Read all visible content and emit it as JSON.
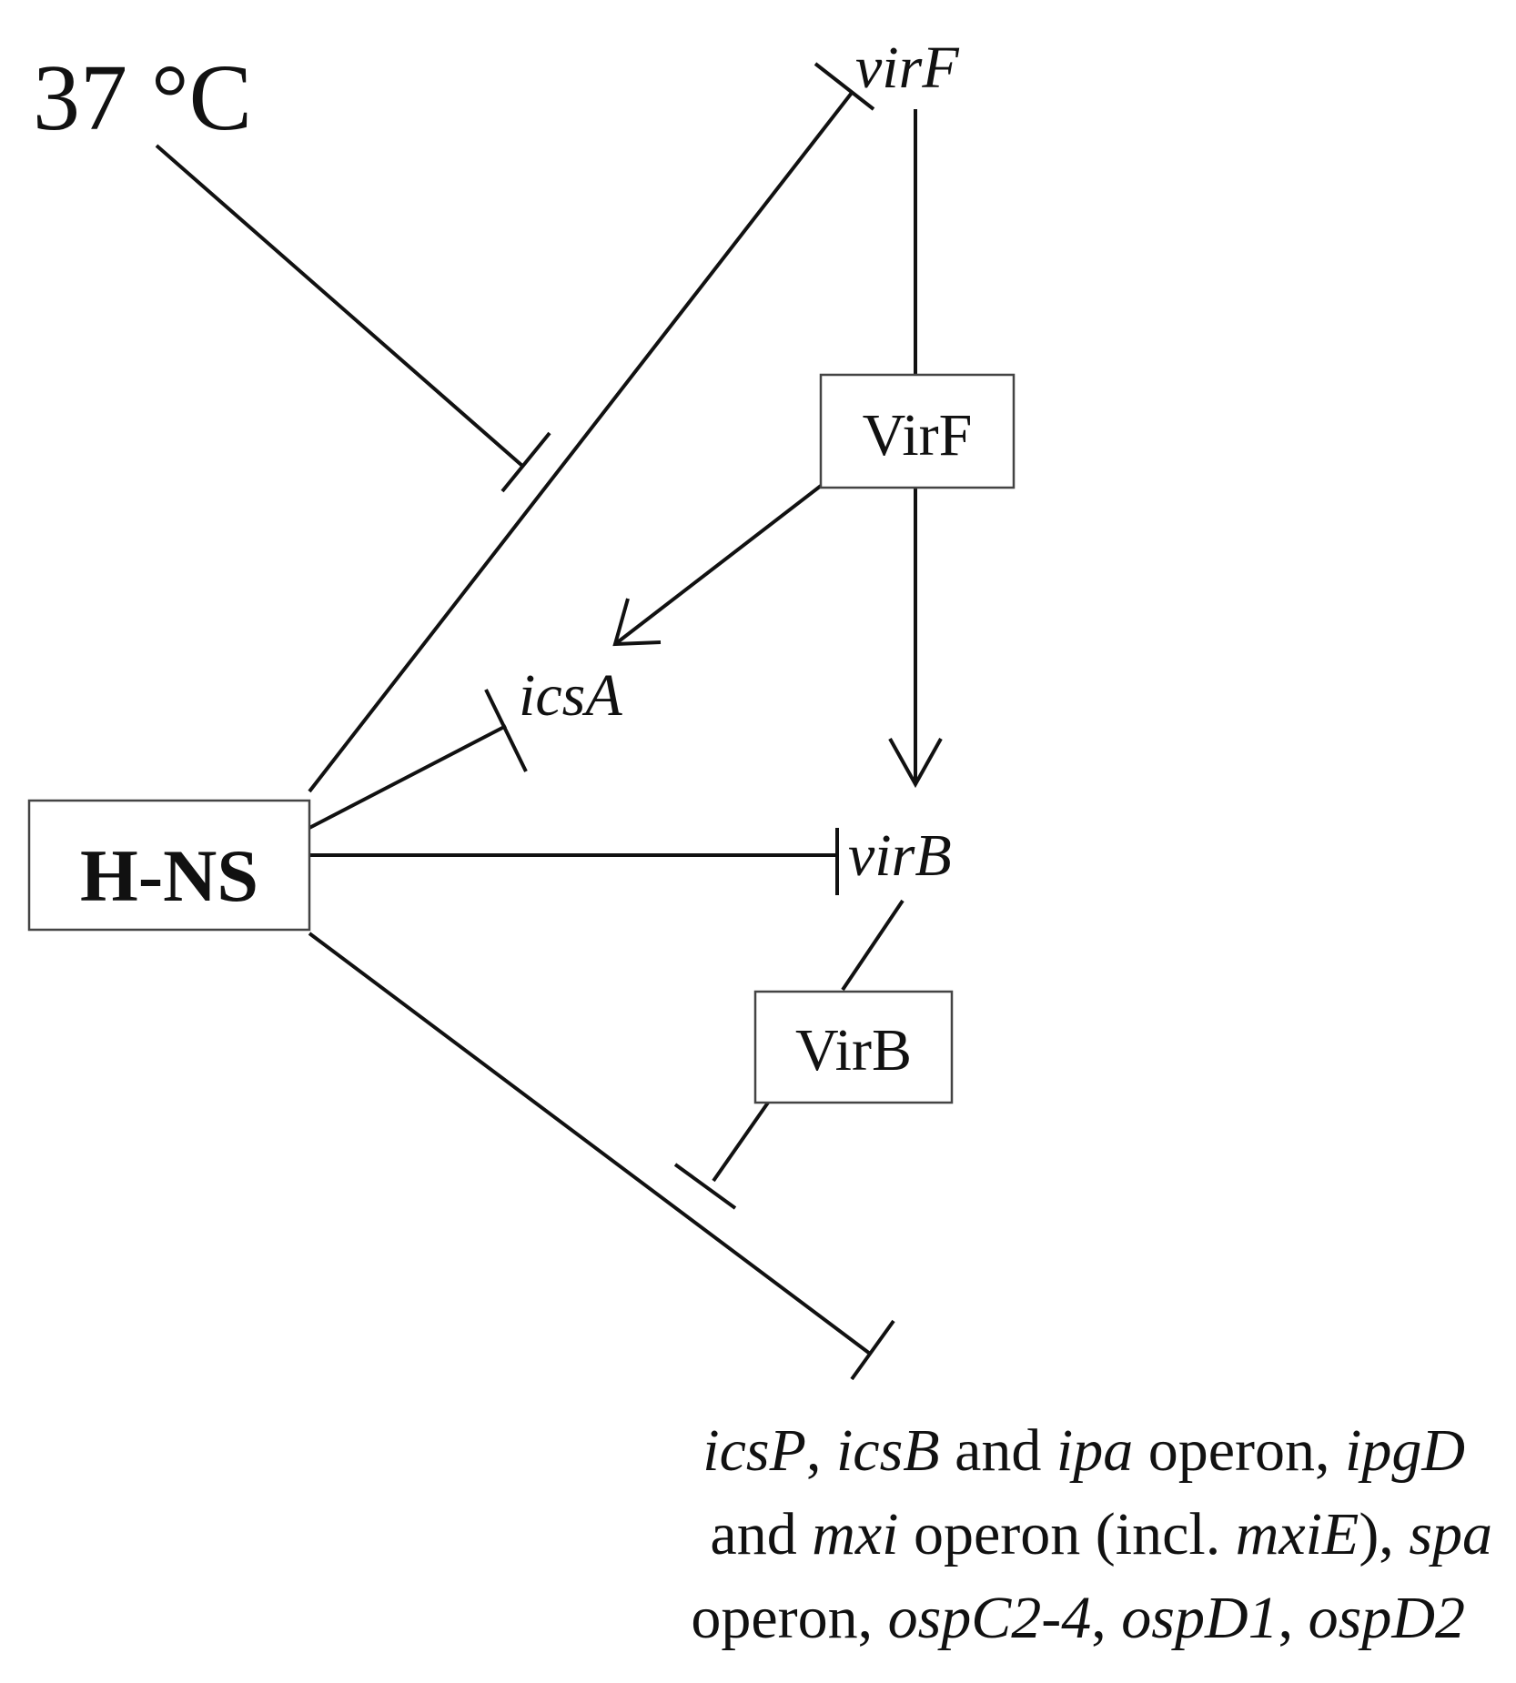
{
  "temperature_label": "37 °C",
  "nodes": {
    "hns": "H-NS",
    "virF_gene": "virF",
    "virF_protein": "VirF",
    "icsA_gene": "icsA",
    "virB_gene": "virB",
    "virB_protein": "VirB"
  },
  "targets_caption": {
    "line1": [
      {
        "text": "icsP",
        "italic": true
      },
      {
        "text": ", ",
        "italic": false
      },
      {
        "text": "icsB",
        "italic": true
      },
      {
        "text": " and ",
        "italic": false
      },
      {
        "text": "ipa",
        "italic": true
      },
      {
        "text": " operon, ",
        "italic": false
      },
      {
        "text": "ipgD",
        "italic": true
      }
    ],
    "line2": [
      {
        "text": "and ",
        "italic": false
      },
      {
        "text": "mxi",
        "italic": true
      },
      {
        "text": " operon (incl. ",
        "italic": false
      },
      {
        "text": "mxiE",
        "italic": true
      },
      {
        "text": "), ",
        "italic": false
      },
      {
        "text": "spa",
        "italic": true
      }
    ],
    "line3": [
      {
        "text": "operon, ",
        "italic": false
      },
      {
        "text": "ospC2-4",
        "italic": true
      },
      {
        "text": ", ",
        "italic": false
      },
      {
        "text": "ospD1",
        "italic": true
      },
      {
        "text": ", ",
        "italic": false
      },
      {
        "text": "ospD2",
        "italic": true
      }
    ]
  }
}
